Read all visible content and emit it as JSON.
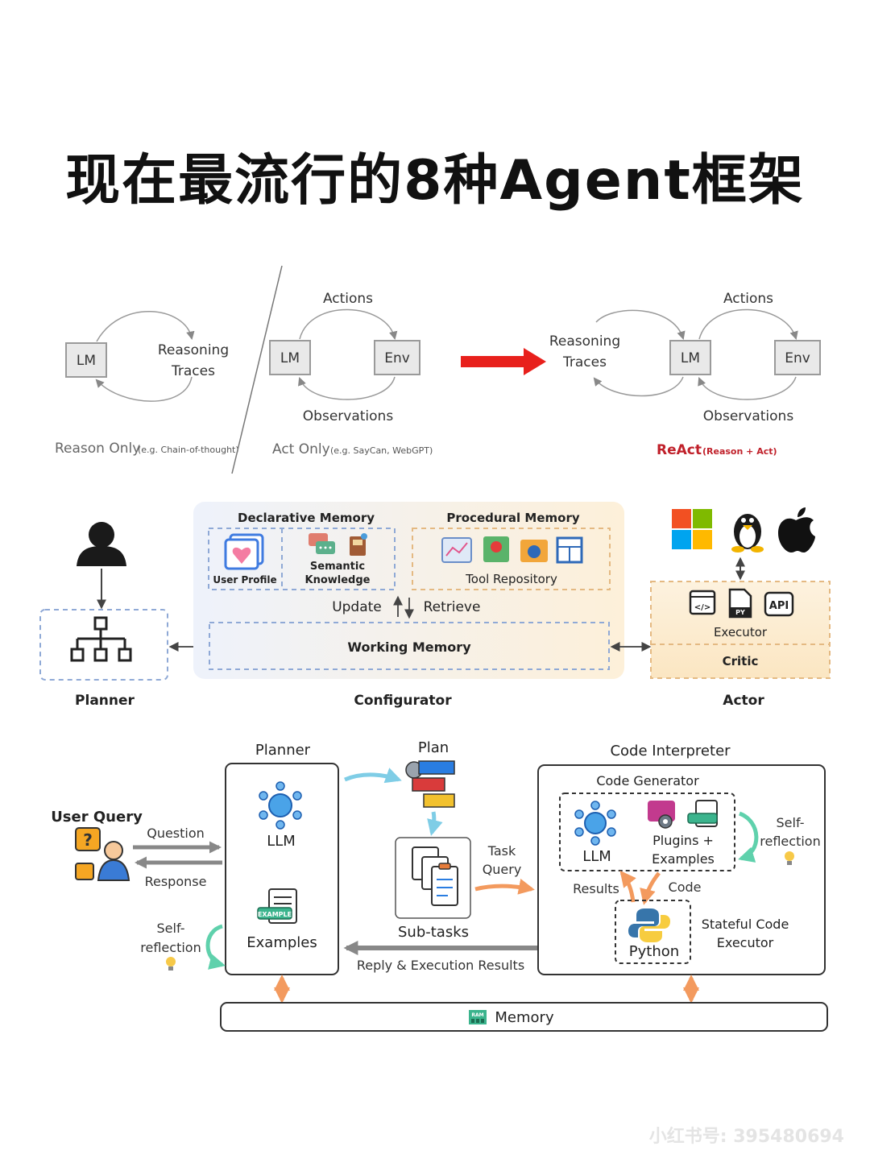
{
  "title": "现在最流行的8种Agent框架",
  "react_panel": {
    "reason_only": {
      "lm": "LM",
      "reasoning": "Reasoning",
      "traces": "Traces",
      "caption": "Reason Only",
      "caption_small": "(e.g. Chain-of-thought)"
    },
    "act_only": {
      "actions": "Actions",
      "lm": "LM",
      "env": "Env",
      "observations": "Observations",
      "caption": "Act Only",
      "caption_small": "(e.g. SayCan, WebGPT)"
    },
    "react": {
      "actions": "Actions",
      "reasoning": "Reasoning",
      "traces": "Traces",
      "lm": "LM",
      "env": "Env",
      "observations": "Observations",
      "caption": "ReAct",
      "caption_small": "(Reason + Act)"
    },
    "colors": {
      "arrow": "#e8201c",
      "react_caption": "#c0202a"
    }
  },
  "memory_panel": {
    "declarative_memory": "Declarative Memory",
    "procedural_memory": "Procedural Memory",
    "user_profile": "User Profile",
    "semantic_knowledge": [
      "Semantic",
      "Knowledge"
    ],
    "tool_repository": "Tool Repository",
    "update": "Update",
    "retrieve": "Retrieve",
    "working_memory": "Working Memory",
    "executor": "Executor",
    "critic": "Critic",
    "planner": "Planner",
    "configurator": "Configurator",
    "actor": "Actor",
    "api": "API",
    "py": "PY",
    "icons": [
      "user-silhouette-icon",
      "hierarchy-icon",
      "heart-cards-icon",
      "chat-bubbles-icon",
      "book-icon",
      "windows-icon",
      "linux-icon",
      "apple-icon",
      "code-window-icon",
      "python-file-icon",
      "api-icon"
    ]
  },
  "code_interpreter_panel": {
    "user_query": "User Query",
    "question": "Question",
    "response": "Response",
    "planner": "Planner",
    "llm": "LLM",
    "examples": "Examples",
    "self_reflection": [
      "Self-",
      "reflection"
    ],
    "plan": "Plan",
    "sub_tasks": "Sub-tasks",
    "task_query": [
      "Task",
      "Query"
    ],
    "code_interpreter": "Code Interpreter",
    "code_generator": "Code Generator",
    "plugins_examples": [
      "Plugins +",
      "Examples"
    ],
    "results": "Results",
    "code": "Code",
    "python": "Python",
    "stateful_code_executor": [
      "Stateful Code",
      "Executor"
    ],
    "reply_execution": "Reply & Execution Results",
    "memory": "Memory",
    "example_badge": "EXAMPLE",
    "ram_badge": "RAM",
    "colors": {
      "teal": "#5fd1ac",
      "orange": "#f39a5e",
      "sky": "#7fcde6"
    }
  },
  "watermark": "小红书号: 395480694"
}
